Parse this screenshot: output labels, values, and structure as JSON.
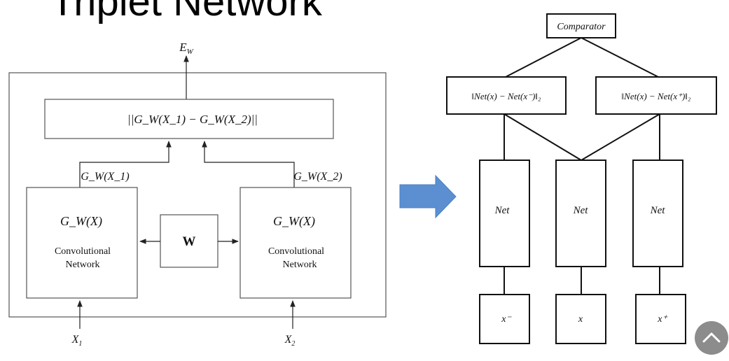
{
  "slide": {
    "title": "Triplet Network"
  },
  "left_diagram": {
    "output": "E_W",
    "output_base": "E",
    "output_sub": "W",
    "distance_box": "||G_W(X_1) − G_W(X_2)||",
    "left_branch_label": "G_W(X_1)",
    "right_branch_label": "G_W(X_2)",
    "left_net_func": "G_W(X)",
    "right_net_func": "G_W(X)",
    "net_line1": "Convolutional",
    "net_line2": "Network",
    "shared_weights": "W",
    "left_input": "X_1",
    "right_input": "X_2",
    "in_base": "X",
    "in_sub1": "1",
    "in_sub2": "2"
  },
  "arrow": {
    "color": "#5b8fd2"
  },
  "right_diagram": {
    "comparator": "Comparator",
    "dist_neg": "‖Net(x) − Net(x⁻)‖₂",
    "dist_pos": "‖Net(x) − Net(x⁺)‖₂",
    "net_left": "Net",
    "net_center": "Net",
    "net_right": "Net",
    "input_neg": "x⁻",
    "input_anchor": "x",
    "input_pos": "x⁺"
  },
  "scroll_top_icon": "chevron-up-icon"
}
